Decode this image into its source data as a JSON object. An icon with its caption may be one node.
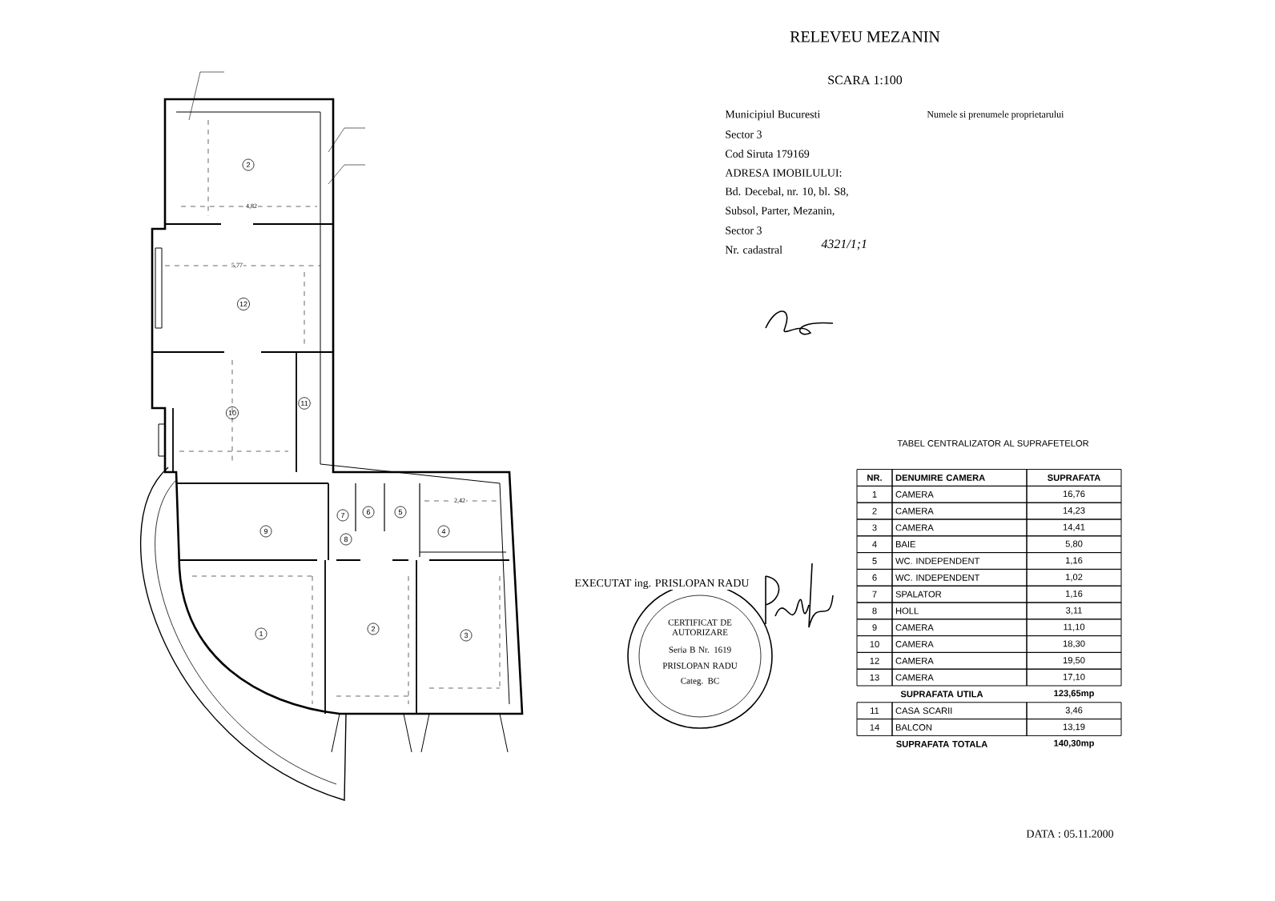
{
  "diagram": {
    "title": "RELEVEU MEZANIN",
    "labels": [
      "SCARA 1:100",
      "Municipiul Bucuresti",
      "Sector 3",
      "Cod Siruta 179169",
      "ADRESA IMOBILULUI:",
      "Bd. Decebal, nr. 10, bl. S8,",
      "Subsol, Parter, Mezanin,",
      "Sector 3",
      "Nr. cadastral",
      "4321/1;1",
      "Numele si prenumele proprietarului",
      "TABEL CENTRALIZATOR AL SUPRAFETELOR",
      "NR.",
      "DENUMIRE CAMERA",
      "SUPRAFATA",
      "1",
      "CAMERA",
      "16,76",
      "2",
      "CAMERA",
      "14,23",
      "3",
      "CAMERA",
      "14,41",
      "4",
      "BAIE",
      "5,80",
      "5",
      "WC. INDEPENDENT",
      "1,16",
      "6",
      "WC. INDEPENDENT",
      "1,02",
      "7",
      "SPALATOR",
      "1,16",
      "8",
      "HOLL",
      "3,11",
      "9",
      "CAMERA",
      "11,10",
      "10",
      "CAMERA",
      "18,30",
      "12",
      "CAMERA",
      "19,50",
      "13",
      "CAMERA",
      "17,10",
      "SUPRAFATA UTILA",
      "123,65mp",
      "11",
      "CASA SCARII",
      "3,46",
      "14",
      "BALCON",
      "13,19",
      "SUPRAFATA TOTALA",
      "140,30mp",
      "EXECUTAT ing. PRISLOPAN RADU",
      "CERTIFICAT DE AUTORIZARE",
      "Seria B Nr. 1619",
      "PRISLOPAN RADU",
      "Categ. BC",
      "DATA : 05.11.2000",
      "2",
      "12",
      "11",
      "10",
      "7",
      "6",
      "5",
      "9",
      "8",
      "4",
      "1",
      "2",
      "3",
      "4,82",
      "5,77",
      "2,42"
    ]
  }
}
